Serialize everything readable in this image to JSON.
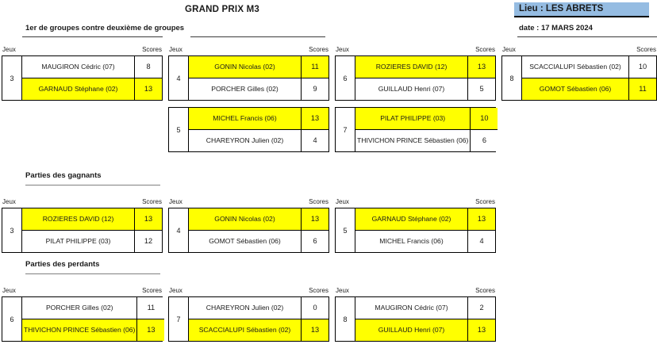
{
  "header": {
    "title": "GRAND PRIX M3",
    "venue_label": "Lieu : LES ABRETS",
    "date_label": "date :  17 MARS 2024",
    "venue_bg": "#95bce2"
  },
  "colors": {
    "winner_bg": "#ffff00",
    "loser_bg": "#ffffff",
    "border": "#000000"
  },
  "columns": {
    "jeux": "Jeux",
    "scores": "Scores"
  },
  "sections": [
    {
      "title": "1er de groupes contre deuxième de groupes",
      "blocks": [
        {
          "jeux": "3",
          "rows": [
            {
              "name": "MAUGIRON Cédric (07)",
              "score": "8",
              "winner": false
            },
            {
              "name": "GARNAUD Stéphane (02)",
              "score": "13",
              "winner": true
            }
          ]
        },
        {
          "jeux": "4",
          "rows": [
            {
              "name": "GONIN Nicolas (02)",
              "score": "11",
              "winner": true
            },
            {
              "name": "PORCHER Gilles (02)",
              "score": "9",
              "winner": false
            }
          ]
        },
        {
          "jeux": "6",
          "rows": [
            {
              "name": "ROZIERES DAVID (12)",
              "score": "13",
              "winner": true
            },
            {
              "name": "GUILLAUD Henri (07)",
              "score": "5",
              "winner": false
            }
          ]
        },
        {
          "jeux": "8",
          "rows": [
            {
              "name": "SCACCIALUPI Sébastien (02)",
              "score": "10",
              "winner": false
            },
            {
              "name": "GOMOT Sébastien (06)",
              "score": "11",
              "winner": true
            }
          ]
        },
        {
          "jeux": "5",
          "rows": [
            {
              "name": "MICHEL Francis (06)",
              "score": "13",
              "winner": true
            },
            {
              "name": "CHAREYRON Julien (02)",
              "score": "4",
              "winner": false
            }
          ]
        },
        {
          "jeux": "7",
          "rows": [
            {
              "name": "PILAT PHILIPPE (03)",
              "score": "10",
              "winner": true
            },
            {
              "name": "THIVICHON PRINCE Sébastien (06)",
              "score": "6",
              "winner": false
            }
          ]
        }
      ]
    },
    {
      "title": "Parties des gagnants",
      "blocks": [
        {
          "jeux": "3",
          "rows": [
            {
              "name": "ROZIERES DAVID (12)",
              "score": "13",
              "winner": true
            },
            {
              "name": "PILAT PHILIPPE (03)",
              "score": "12",
              "winner": false
            }
          ]
        },
        {
          "jeux": "4",
          "rows": [
            {
              "name": "GONIN Nicolas (02)",
              "score": "13",
              "winner": true
            },
            {
              "name": "GOMOT Sébastien (06)",
              "score": "6",
              "winner": false
            }
          ]
        },
        {
          "jeux": "5",
          "rows": [
            {
              "name": "GARNAUD Stéphane (02)",
              "score": "13",
              "winner": true
            },
            {
              "name": "MICHEL Francis (06)",
              "score": "4",
              "winner": false
            }
          ]
        }
      ]
    },
    {
      "title": "Parties des perdants",
      "blocks": [
        {
          "jeux": "6",
          "rows": [
            {
              "name": "PORCHER Gilles (02)",
              "score": "11",
              "winner": false
            },
            {
              "name": "THIVICHON PRINCE Sébastien (06)",
              "score": "13",
              "winner": true
            }
          ]
        },
        {
          "jeux": "7",
          "rows": [
            {
              "name": "CHAREYRON Julien (02)",
              "score": "0",
              "winner": false
            },
            {
              "name": "SCACCIALUPI Sébastien (02)",
              "score": "13",
              "winner": true
            }
          ]
        },
        {
          "jeux": "8",
          "rows": [
            {
              "name": "MAUGIRON Cédric (07)",
              "score": "2",
              "winner": false
            },
            {
              "name": "GUILLAUD Henri (07)",
              "score": "13",
              "winner": true
            }
          ]
        }
      ]
    }
  ]
}
